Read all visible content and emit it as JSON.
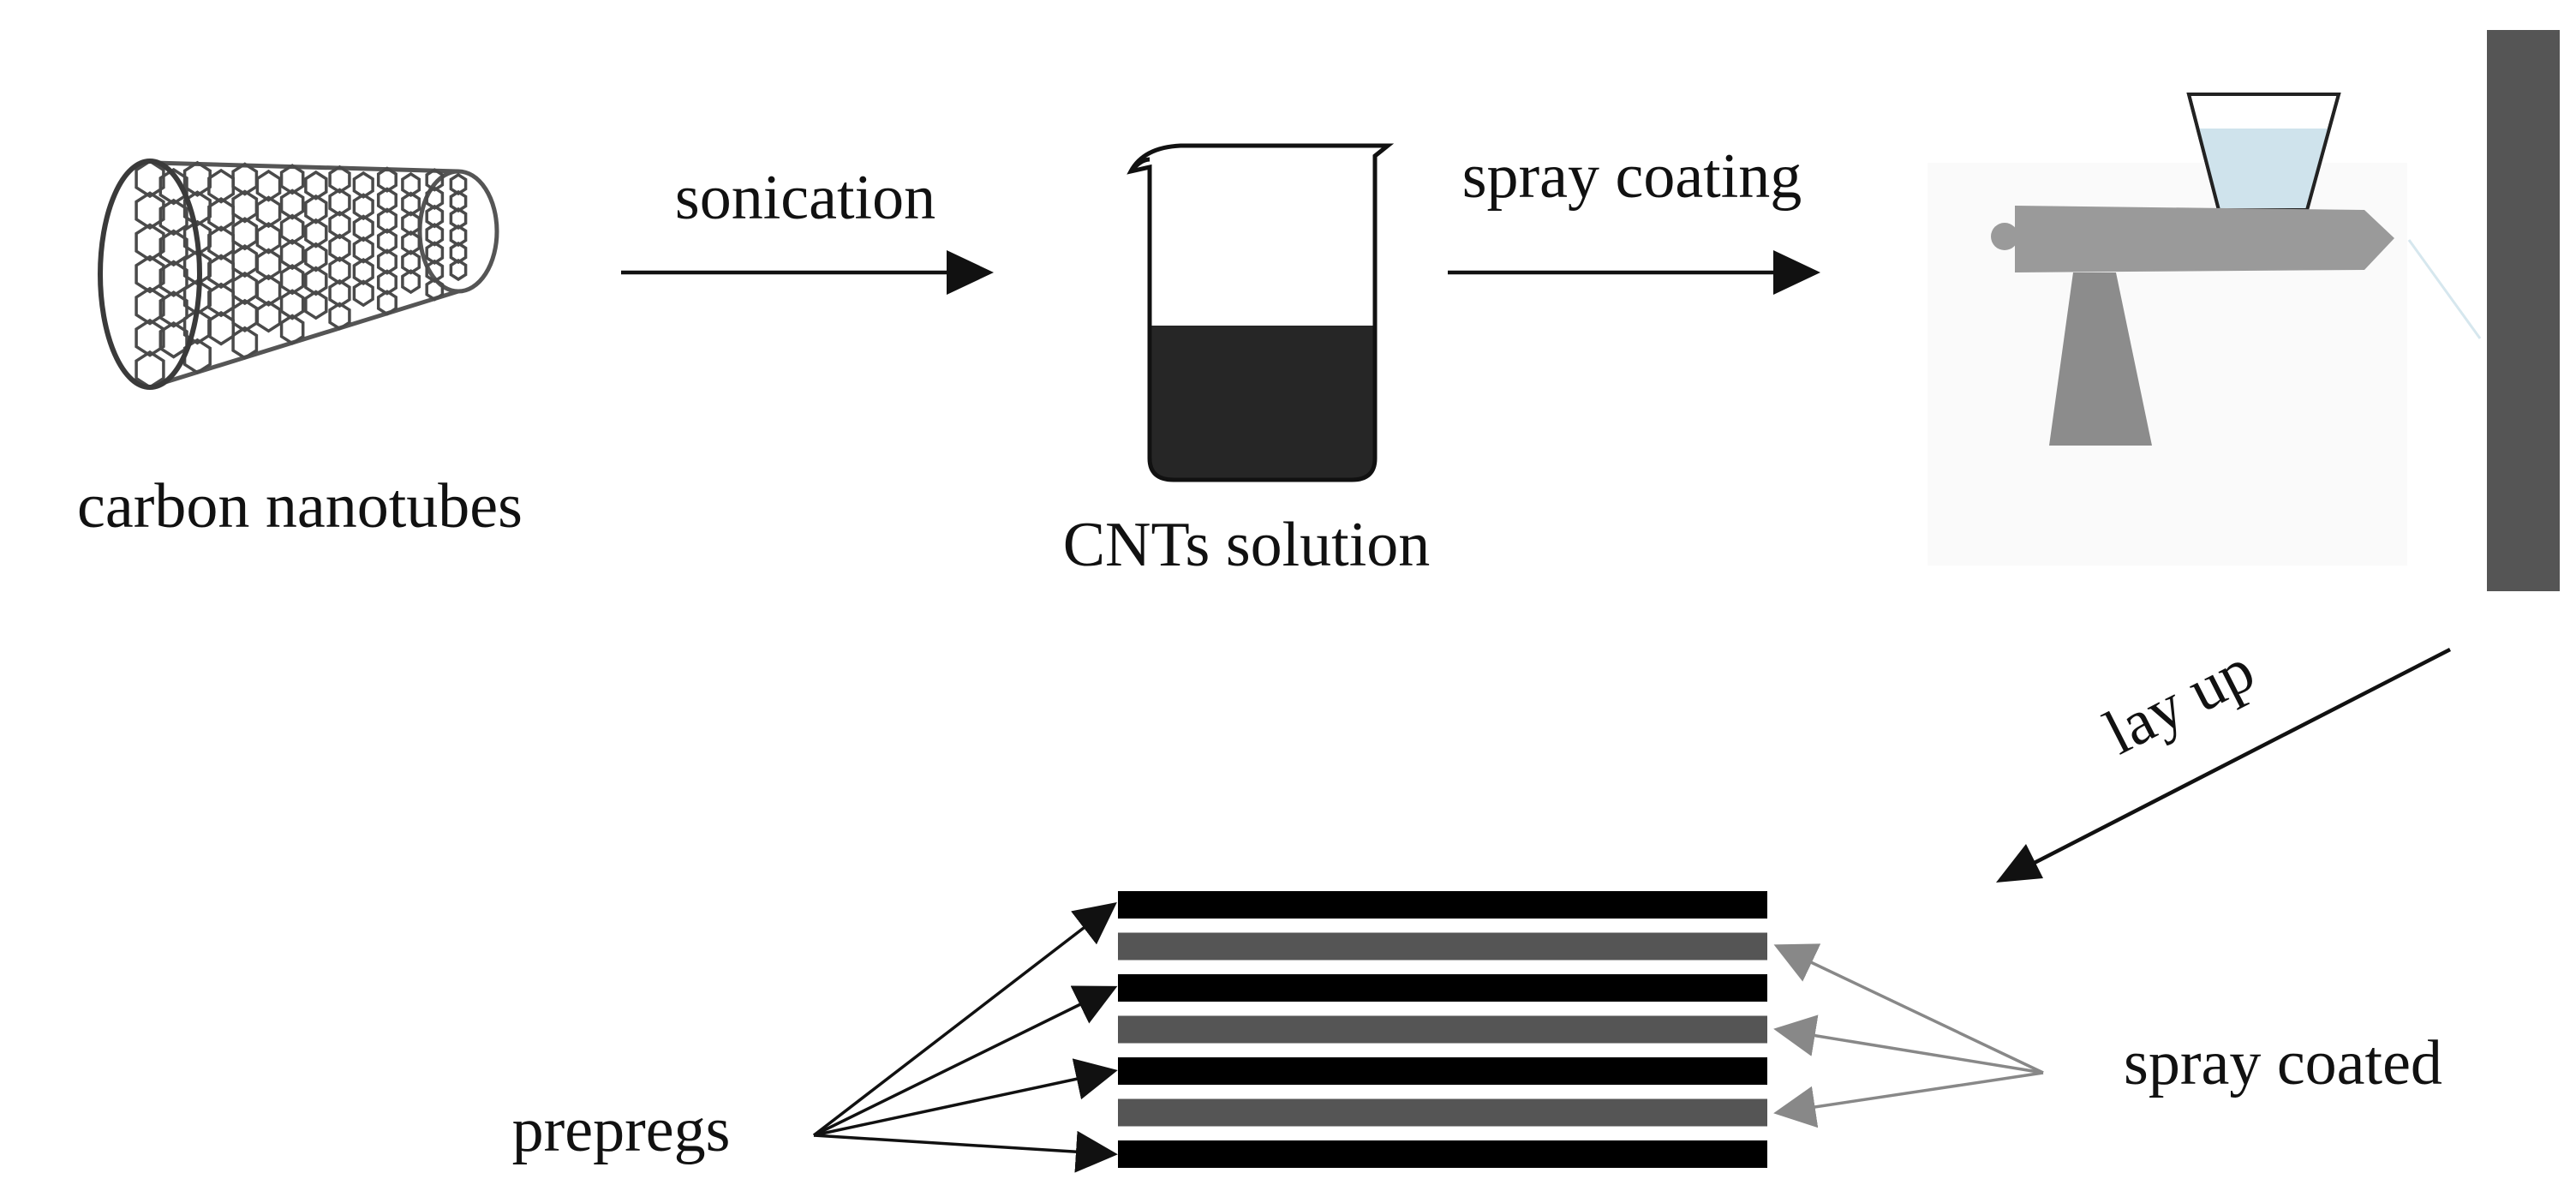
{
  "labels": {
    "carbon_nanotubes": "carbon nanotubes",
    "sonication": "sonication",
    "cnts_solution": "CNTs solution",
    "spray_coating": "spray coating",
    "lay_up": "lay up",
    "prepregs": "prepregs",
    "spray_coated": "spray coated"
  },
  "colors": {
    "prepreg_layer": "#000000",
    "coated_layer": "#555555",
    "spray_gun": "#9a9a9a",
    "spray_gun_stand": "#8c8c8c",
    "target_wall": "#555555",
    "beaker_liquid": "#262626",
    "cup_liquid": "#cfe3ec",
    "arrow_dark": "#111111",
    "arrow_grey": "#888888",
    "nanotube": "#555555"
  },
  "icons": {
    "nanotube": "carbon-nanotube-icon",
    "beaker": "beaker-icon",
    "spray_gun": "spray-gun-icon",
    "target": "target-wall-icon"
  },
  "laminate_stack": [
    "prepreg",
    "coated",
    "prepreg",
    "coated",
    "prepreg",
    "coated",
    "prepreg"
  ]
}
